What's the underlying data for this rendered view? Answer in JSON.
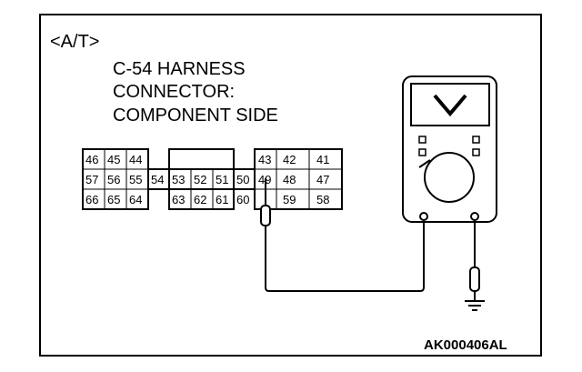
{
  "header": {
    "variant": "<A/T>",
    "title_lines": [
      "C-54 HARNESS",
      "CONNECTOR:",
      "COMPONENT SIDE"
    ]
  },
  "connector": {
    "name": "C-54",
    "rows": [
      [
        "46",
        "45",
        "44",
        "",
        "",
        "",
        "",
        "",
        "43",
        "42",
        "41"
      ],
      [
        "57",
        "56",
        "55",
        "54",
        "53",
        "52",
        "51",
        "50",
        "49",
        "48",
        "47"
      ],
      [
        "66",
        "65",
        "64",
        "",
        "63",
        "62",
        "61",
        "60",
        "",
        "59",
        "58"
      ]
    ],
    "probed_terminal": "49"
  },
  "meter": {
    "mode": "V",
    "icon": "voltmeter-icon",
    "ground_icon": "ground-icon"
  },
  "footer": {
    "code": "AK000406AL"
  }
}
